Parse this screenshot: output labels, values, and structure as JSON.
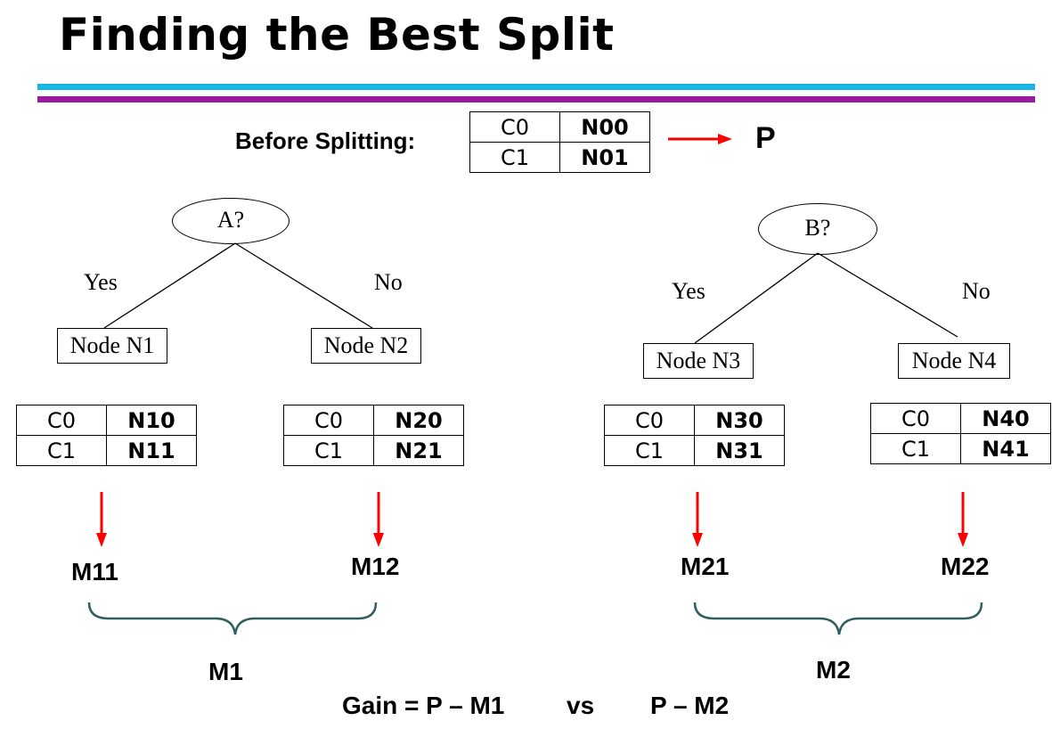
{
  "title": "Finding the Best Split",
  "before": {
    "label": "Before Splitting:",
    "table": [
      [
        "C0",
        "N00"
      ],
      [
        "C1",
        "N01"
      ]
    ],
    "result": "P"
  },
  "tree_a": {
    "question": "A?",
    "yes": "Yes",
    "no": "No",
    "left": {
      "node": "Node N1",
      "table": [
        [
          "C0",
          "N10"
        ],
        [
          "C1",
          "N11"
        ]
      ],
      "measure": "M11"
    },
    "right": {
      "node": "Node N2",
      "table": [
        [
          "C0",
          "N20"
        ],
        [
          "C1",
          "N21"
        ]
      ],
      "measure": "M12"
    },
    "combined": "M1"
  },
  "tree_b": {
    "question": "B?",
    "yes": "Yes",
    "no": "No",
    "left": {
      "node": "Node N3",
      "table": [
        [
          "C0",
          "N30"
        ],
        [
          "C1",
          "N31"
        ]
      ],
      "measure": "M21"
    },
    "right": {
      "node": "Node N4",
      "table": [
        [
          "C0",
          "N40"
        ],
        [
          "C1",
          "N41"
        ]
      ],
      "measure": "M22"
    },
    "combined": "M2"
  },
  "gain": {
    "left": "Gain = P – M1",
    "vs": "vs",
    "right": "P – M2"
  },
  "colors": {
    "cyan_bar": "#19b6e6",
    "purple_bar": "#9a1b9c",
    "arrow": "#ff0000",
    "brace": "#2f5f5f"
  }
}
